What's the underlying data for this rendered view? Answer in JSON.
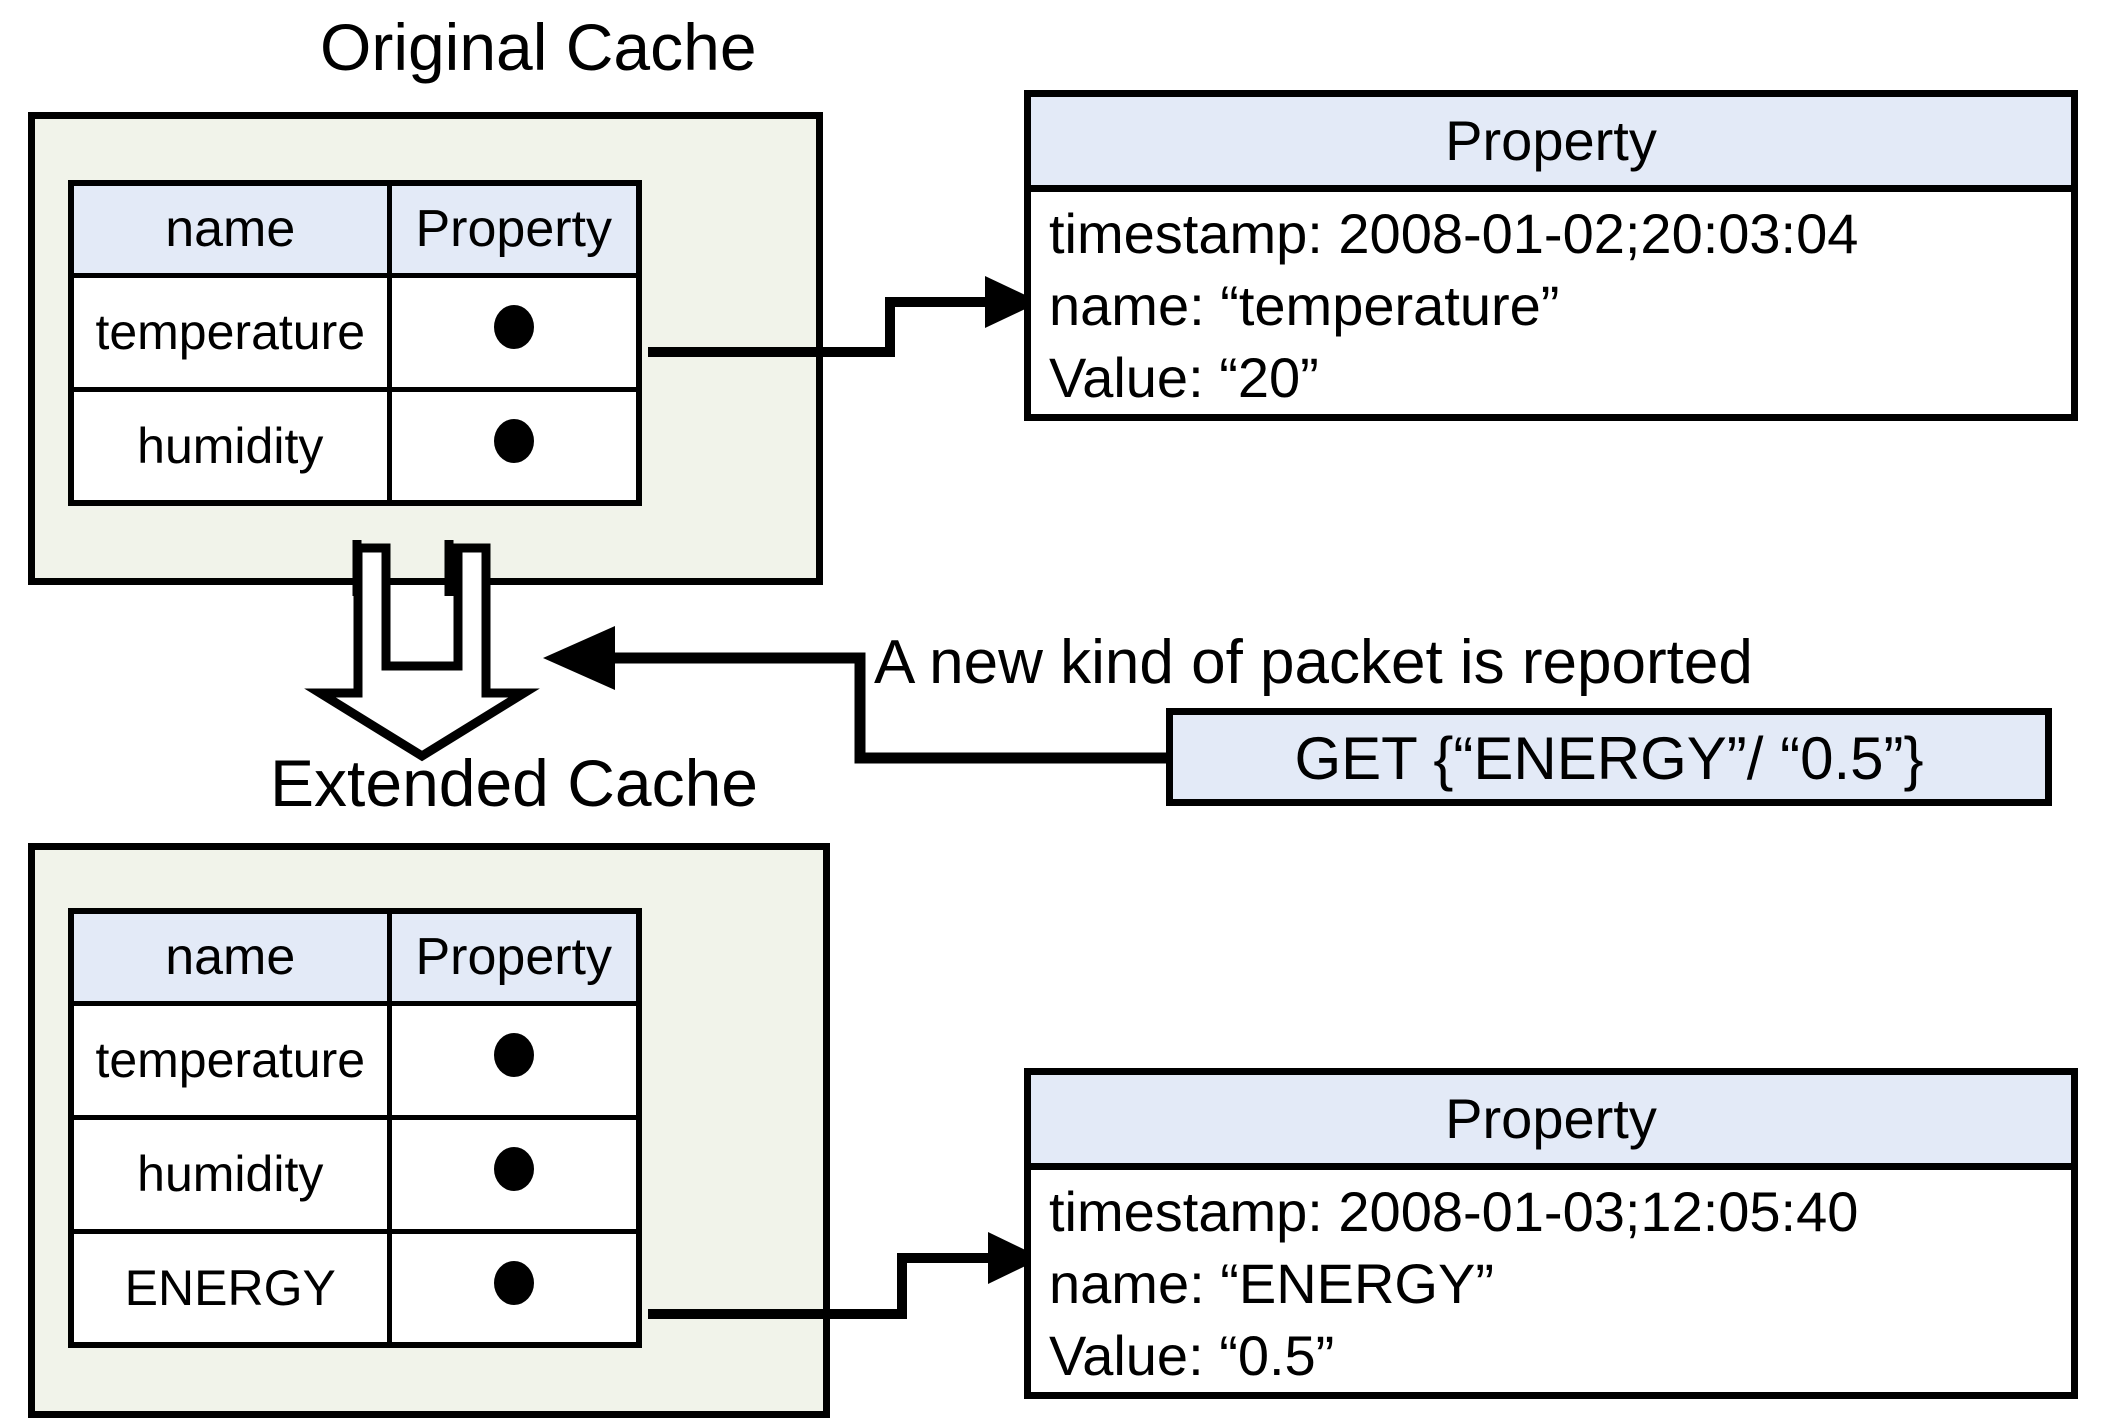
{
  "diagram": {
    "title_original": "Original Cache",
    "title_extended": "Extended Cache",
    "annotation": "A new kind of packet is reported",
    "packet_message": "GET {“ENERGY”/ “0.5”}",
    "colors": {
      "cache_fill": "#f1f3ea",
      "header_fill": "#e3eaf7",
      "box_fill": "#ffffff",
      "stroke": "#000000",
      "bullet": "#000000"
    }
  },
  "original_cache": {
    "table": {
      "headers": [
        "name",
        "Property"
      ],
      "rows": [
        {
          "name": "temperature",
          "property": "●"
        },
        {
          "name": "humidity",
          "property": "●"
        }
      ]
    }
  },
  "extended_cache": {
    "table": {
      "headers": [
        "name",
        "Property"
      ],
      "rows": [
        {
          "name": "temperature",
          "property": "●"
        },
        {
          "name": "humidity",
          "property": "●"
        },
        {
          "name": "ENERGY",
          "property": "●"
        }
      ]
    }
  },
  "property_top": {
    "title": "Property",
    "lines": [
      "timestamp: 2008-01-02;20:03:04",
      "name: “temperature”",
      "Value: “20”"
    ]
  },
  "property_bottom": {
    "title": "Property",
    "lines": [
      "timestamp: 2008-01-03;12:05:40",
      "name: “ENERGY”",
      "Value: “0.5”"
    ]
  }
}
